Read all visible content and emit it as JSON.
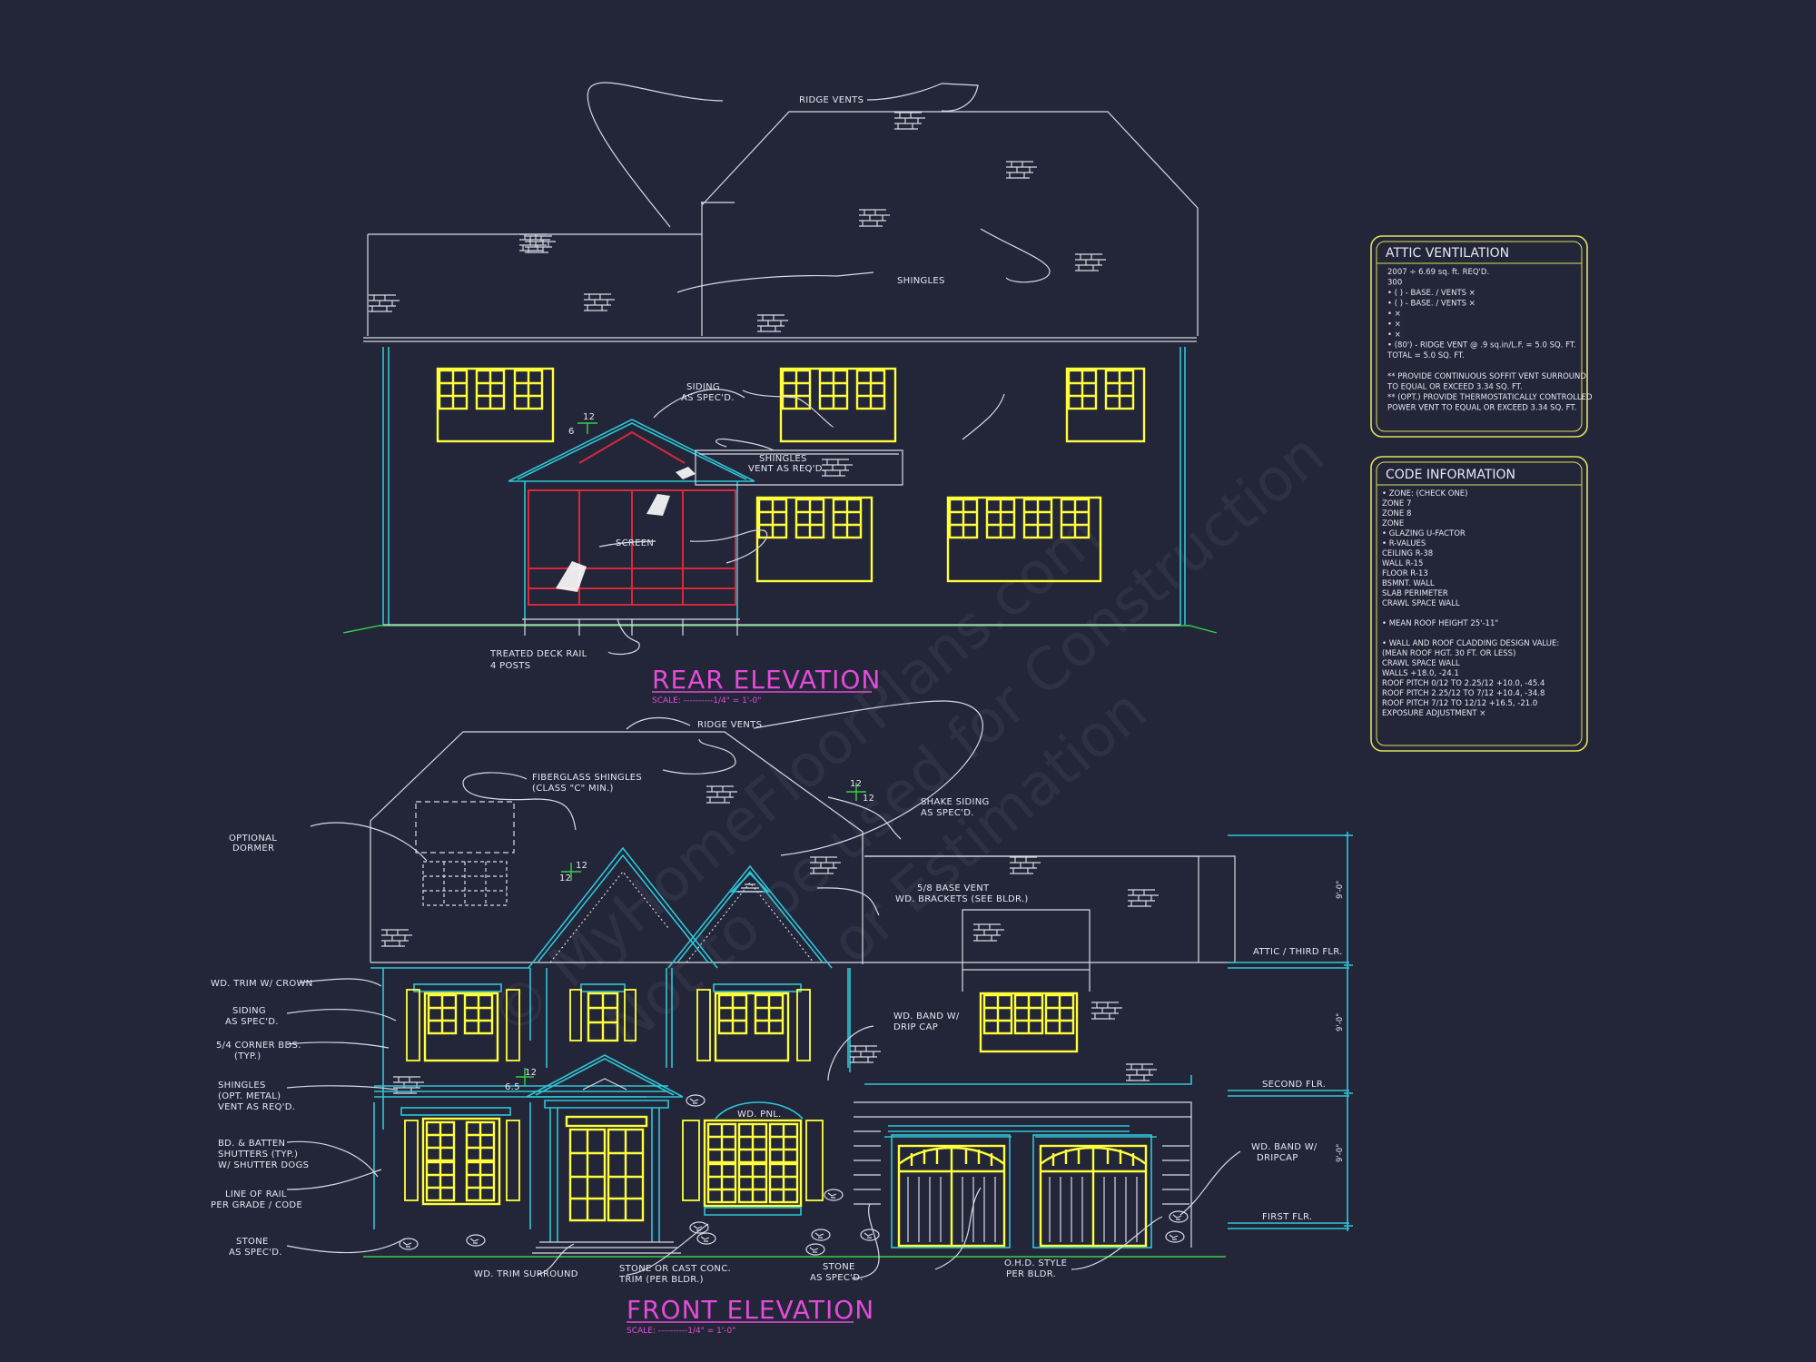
{
  "rear": {
    "title": "REAR ELEVATION",
    "scale": "SCALE: ----------1/4\" = 1'-0\"",
    "labels": {
      "ridge_vents": "RIDGE VENTS",
      "shingles": "SHINGLES",
      "siding1": "SIDING",
      "siding2": "AS SPEC'D.",
      "shingles_vent1": "SHINGLES",
      "shingles_vent2": "VENT AS REQ'D.",
      "screen": "SCREEN",
      "deck1": "TREATED DECK RAIL",
      "deck2": "4 POSTS",
      "pitch_12": "12",
      "pitch_6": "6"
    }
  },
  "front": {
    "title": "FRONT ELEVATION",
    "scale": "SCALE: ----------1/4\" = 1'-0\"",
    "labels": {
      "ridge_vents": "RIDGE VENTS",
      "fiberglass1": "FIBERGLASS SHINGLES",
      "fiberglass2": "(CLASS \"C\" MIN.)",
      "optional1": "OPTIONAL",
      "optional2": "DORMER",
      "shake1": "SHAKE SIDING",
      "shake2": "AS SPEC'D.",
      "base_vent1": "5/8 BASE VENT",
      "base_vent2": "WD. BRACKETS (SEE BLDR.)",
      "trim_crown": "WD. TRIM W/ CROWN",
      "siding1": "SIDING",
      "siding2": "AS SPEC'D.",
      "corner1": "5/4 CORNER BDS.",
      "corner2": "(TYP.)",
      "shingles1": "SHINGLES",
      "shingles2": "(OPT. METAL)",
      "shingles3": "VENT AS REQ'D.",
      "batten1": "BD. & BATTEN",
      "batten2": "SHUTTERS (TYP.)",
      "batten3": "W/ SHUTTER DOGS",
      "rail1": "LINE OF RAIL",
      "rail2": "PER GRADE / CODE",
      "stone1": "STONE",
      "stone2": "AS SPEC'D.",
      "trim_surround": "WD. TRIM SURROUND",
      "stone_cast1": "STONE OR CAST CONC.",
      "stone_cast2": "TRIM (PER BLDR.)",
      "stone_b1": "STONE",
      "stone_b2": "AS SPEC'D.",
      "ohd1": "O.H.D. STYLE",
      "ohd2": "PER BLDR.",
      "wd_pnl": "WD. PNL.",
      "band_drip1": "WD. BAND W/",
      "band_drip2": "DRIP CAP",
      "band_drip_r1": "WD. BAND W/",
      "band_drip_r2": "DRIPCAP",
      "pitch_12a": "12",
      "pitch_12b": "12",
      "pitch_12c": "12",
      "pitch_12d": "12",
      "pitch_12e": "12",
      "pitch_65": "6.5",
      "dim_top": "9'-0\"",
      "dim_mid": "9'-0\"",
      "dim_low": "9'-0\"",
      "lvl_attic": "ATTIC / THIRD FLR.",
      "lvl_second": "SECOND FLR.",
      "lvl_first": "FIRST FLR."
    }
  },
  "attic": {
    "title": "ATTIC VENTILATION",
    "lines": [
      "2007 ÷ 6.69 sq. ft. REQ'D.",
      "300",
      "• (   ) -         BASE.    /    VENTS  ×",
      "• (   ) -         BASE.    /    VENTS  ×",
      "•                                          ×",
      "•                                          ×",
      "•                                          ×",
      "• (80') - RIDGE VENT @ .9 sq.in/L.F. = 5.0 SQ. FT.",
      "                                    TOTAL        = 5.0 SQ. FT.",
      "",
      "** PROVIDE CONTINUOUS SOFFIT VENT SURROUND",
      "    TO EQUAL OR EXCEED  3.34 SQ. FT.",
      "** (OPT.) PROVIDE THERMOSTATICALLY CONTROLLED",
      "    POWER VENT TO EQUAL OR EXCEED  3.34 SQ. FT."
    ]
  },
  "code": {
    "title": "CODE INFORMATION",
    "lines": [
      "• ZONE: (CHECK ONE)",
      "      ZONE 7",
      "      ZONE 8",
      "      ZONE",
      "• GLAZING U-FACTOR",
      "• R-VALUES",
      "      CEILING                R-38",
      "      WALL                    R-15",
      "      FLOOR                  R-13",
      "      BSMNT. WALL",
      "      SLAB PERIMETER",
      "      CRAWL SPACE WALL",
      "",
      "• MEAN ROOF HEIGHT  25'-11\"",
      "",
      "• WALL AND ROOF CLADDING DESIGN VALUE:",
      "   (MEAN ROOF HGT. 30 FT. OR LESS)",
      "      CRAWL SPACE WALL",
      "      WALLS                               +18.0, -24.1",
      "      ROOF PITCH 0/12 TO 2.25/12    +10.0, -45.4",
      "      ROOF PITCH 2.25/12 TO 7/12     +10.4, -34.8",
      "      ROOF PITCH 7/12 TO 12/12       +16.5, -21.0",
      "      EXPOSURE ADJUSTMENT            ×"
    ]
  },
  "watermark": [
    "© MyHomeFloorPlans.com",
    "Not to be used for Construction",
    "or Estimation"
  ],
  "colors": {
    "background": "#232639",
    "window": "#ffff3a",
    "trim": "#2fc6d6",
    "title": "#e44bd8",
    "grade": "#35d147",
    "screen": "#d9283a"
  }
}
